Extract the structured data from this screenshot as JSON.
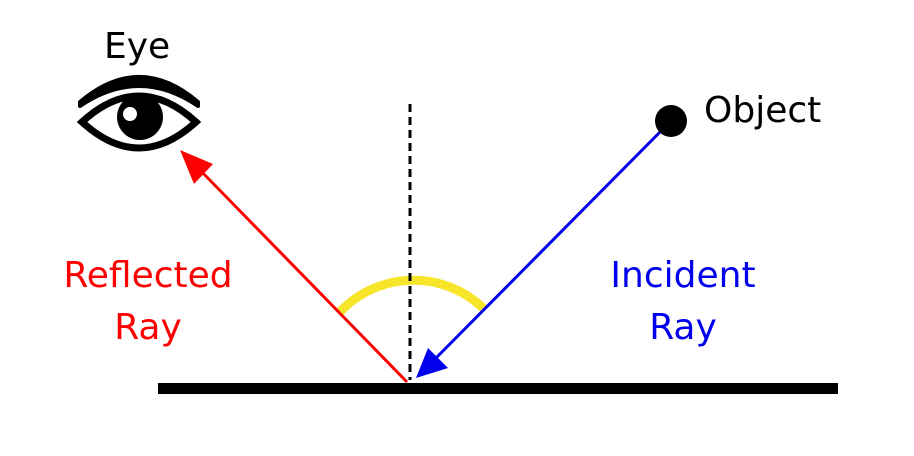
{
  "labels": {
    "eye": "Eye",
    "object": "Object",
    "reflected_line1": "Reflected",
    "reflected_line2": "Ray",
    "incident_line1": "Incident",
    "incident_line2": "Ray"
  },
  "colors": {
    "reflected": "#ff0000",
    "incident": "#0000ee",
    "angle_arc": "#f7e52a",
    "mirror": "#000000",
    "normal": "#000000"
  },
  "icons": {
    "eye": "eye-icon",
    "object": "object-dot"
  }
}
